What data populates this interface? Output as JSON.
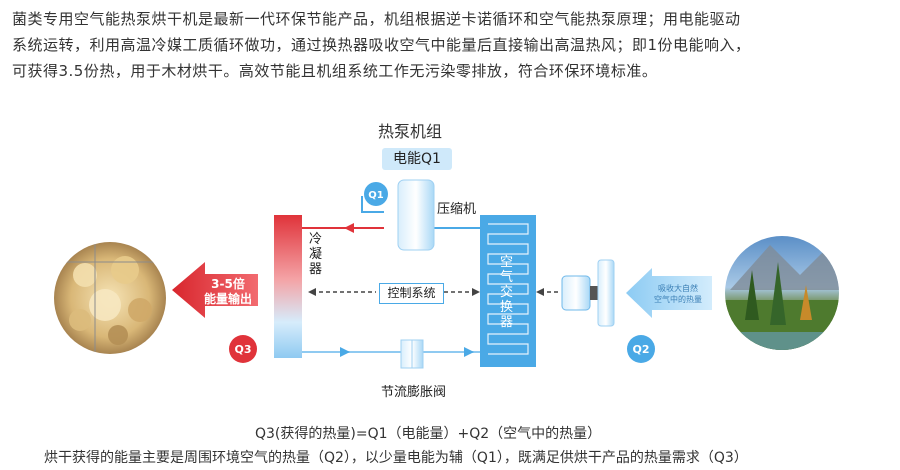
{
  "intro": {
    "line1": "菌类专用空气能热泵烘干机是最新一代环保节能产品，机组根据逆卡诺循环和空气能热泵原理；用电能驱动",
    "line2": "系统运转，利用高温冷媒工质循环做功，通过换热器吸收空气中能量后直接输出高温热风；即1份电能响入，",
    "line3": "可获得3.5份热，用于木材烘干。高效节能且机组系统工作无污染零排放，符合环保环境标准。"
  },
  "diagram": {
    "title": "热泵机组",
    "power_label": "电能Q1",
    "compressor_label": "压缩机",
    "condenser_label": "冷凝器",
    "exchanger_label": "空气交换器",
    "control_label": "控制系统",
    "valve_label": "节流膨胀阀",
    "output_arrow_line1": "3-5倍",
    "output_arrow_line2": "能量输出",
    "absorb_arrow_line1": "吸收大自然",
    "absorb_arrow_line2": "空气中的热量",
    "q1_badge": "Q1",
    "q2_badge": "Q2",
    "q3_badge": "Q3"
  },
  "colors": {
    "accent_blue": "#4aa9e6",
    "light_blue": "#cfe9fa",
    "hot_red": "#e0333a",
    "badge_red": "#e0333a",
    "badge_blue": "#4aa9e6"
  },
  "formula": "Q3(获得的热量)=Q1（电能量）+Q2（空气中的热量）",
  "summary": "烘干获得的能量主要是周围环境空气的热量（Q2），以少量电能为辅（Q1），既满足供烘干产品的热量需求（Q3）"
}
